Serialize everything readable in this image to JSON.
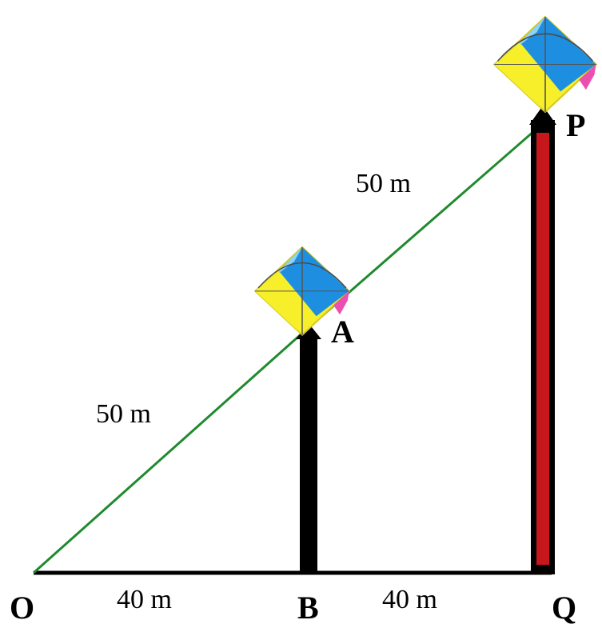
{
  "points": {
    "O": "O",
    "A": "A",
    "B": "B",
    "P": "P",
    "Q": "Q"
  },
  "segment_labels": {
    "OA": "50 m",
    "AP": "50 m",
    "OB": "40 m",
    "BQ": "40 m"
  },
  "colors": {
    "string": "#1f8a2e",
    "ground": "#000000",
    "pole_B": "#000000",
    "pole_Q_fill": "#c8161d",
    "pole_Q_border": "#000000",
    "kite_blue": "#1e8fe0",
    "kite_yellow": "#f7ef2a",
    "kite_pink": "#ec4fb0",
    "kite_lightblue": "#8fd3f4"
  },
  "icons": {
    "kite_A": "kite-icon",
    "kite_P": "kite-icon"
  }
}
